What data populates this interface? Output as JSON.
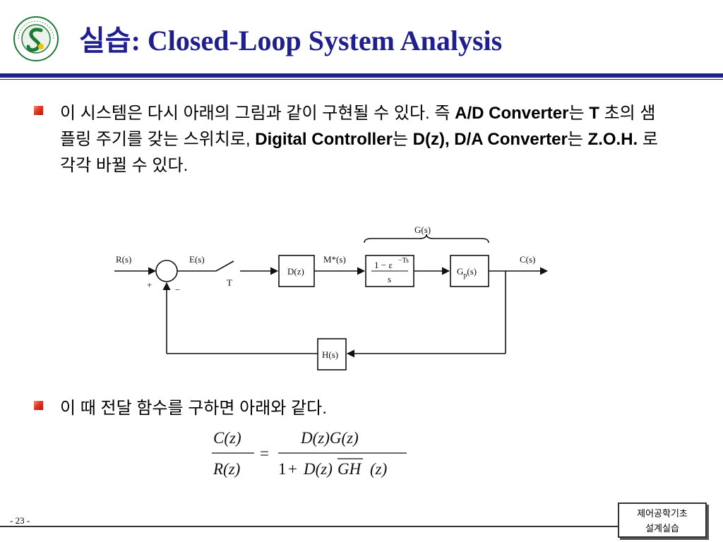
{
  "header": {
    "title": "실습: Closed-Loop System Analysis"
  },
  "bullets": [
    {
      "segments": [
        {
          "text": "이 시스템은 다시 아래의 그림과 같이 구현될 수 있다. 즉 ",
          "bold": false
        },
        {
          "text": "A/D Converter",
          "bold": true
        },
        {
          "text": "는 ",
          "bold": false
        },
        {
          "text": "T",
          "bold": true
        },
        {
          "text": " 초의 샘플링 주기를 갖는 스위치로, ",
          "bold": false
        },
        {
          "text": "Digital Controller",
          "bold": true
        },
        {
          "text": "는 ",
          "bold": false
        },
        {
          "text": "D(z), D/A Converter",
          "bold": true
        },
        {
          "text": "는 ",
          "bold": false
        },
        {
          "text": "Z.O.H.",
          "bold": true
        },
        {
          "text": " 로 각각 바뀔 수 있다.",
          "bold": false
        }
      ]
    },
    {
      "segments": [
        {
          "text": "이 때 전달 함수를 구하면 아래와 같다.",
          "bold": false
        }
      ]
    }
  ],
  "diagram": {
    "input_label": "R(s)",
    "error_label": "E(s)",
    "plus_sign": "+",
    "minus_sign": "−",
    "switch_label": "T",
    "controller_label": "D(z)",
    "sampled_label": "M*(s)",
    "group_label": "G(s)",
    "zoh_numerator": "1 − ε",
    "zoh_exponent": "−Ts",
    "zoh_denominator": "s",
    "plant_base": "G",
    "plant_sub": "p",
    "plant_suffix": "(s)",
    "output_label": "C(s)",
    "feedback_label": "H(s)"
  },
  "formula": {
    "lhs_num": "C(z)",
    "lhs_den": "R(z)",
    "equals": "=",
    "rhs_num": "D(z)G(z)",
    "rhs_den_one": "1",
    "rhs_den_plus": "+",
    "rhs_den_dz": "D(z)",
    "rhs_den_gh": "GH",
    "rhs_den_z": "(z)"
  },
  "footer": {
    "page_number": "- 23 -",
    "course_line1": "제어공학기초",
    "course_line2": "설계실습"
  },
  "colors": {
    "title": "#1f1f8f",
    "bullet": "#e23a24"
  }
}
